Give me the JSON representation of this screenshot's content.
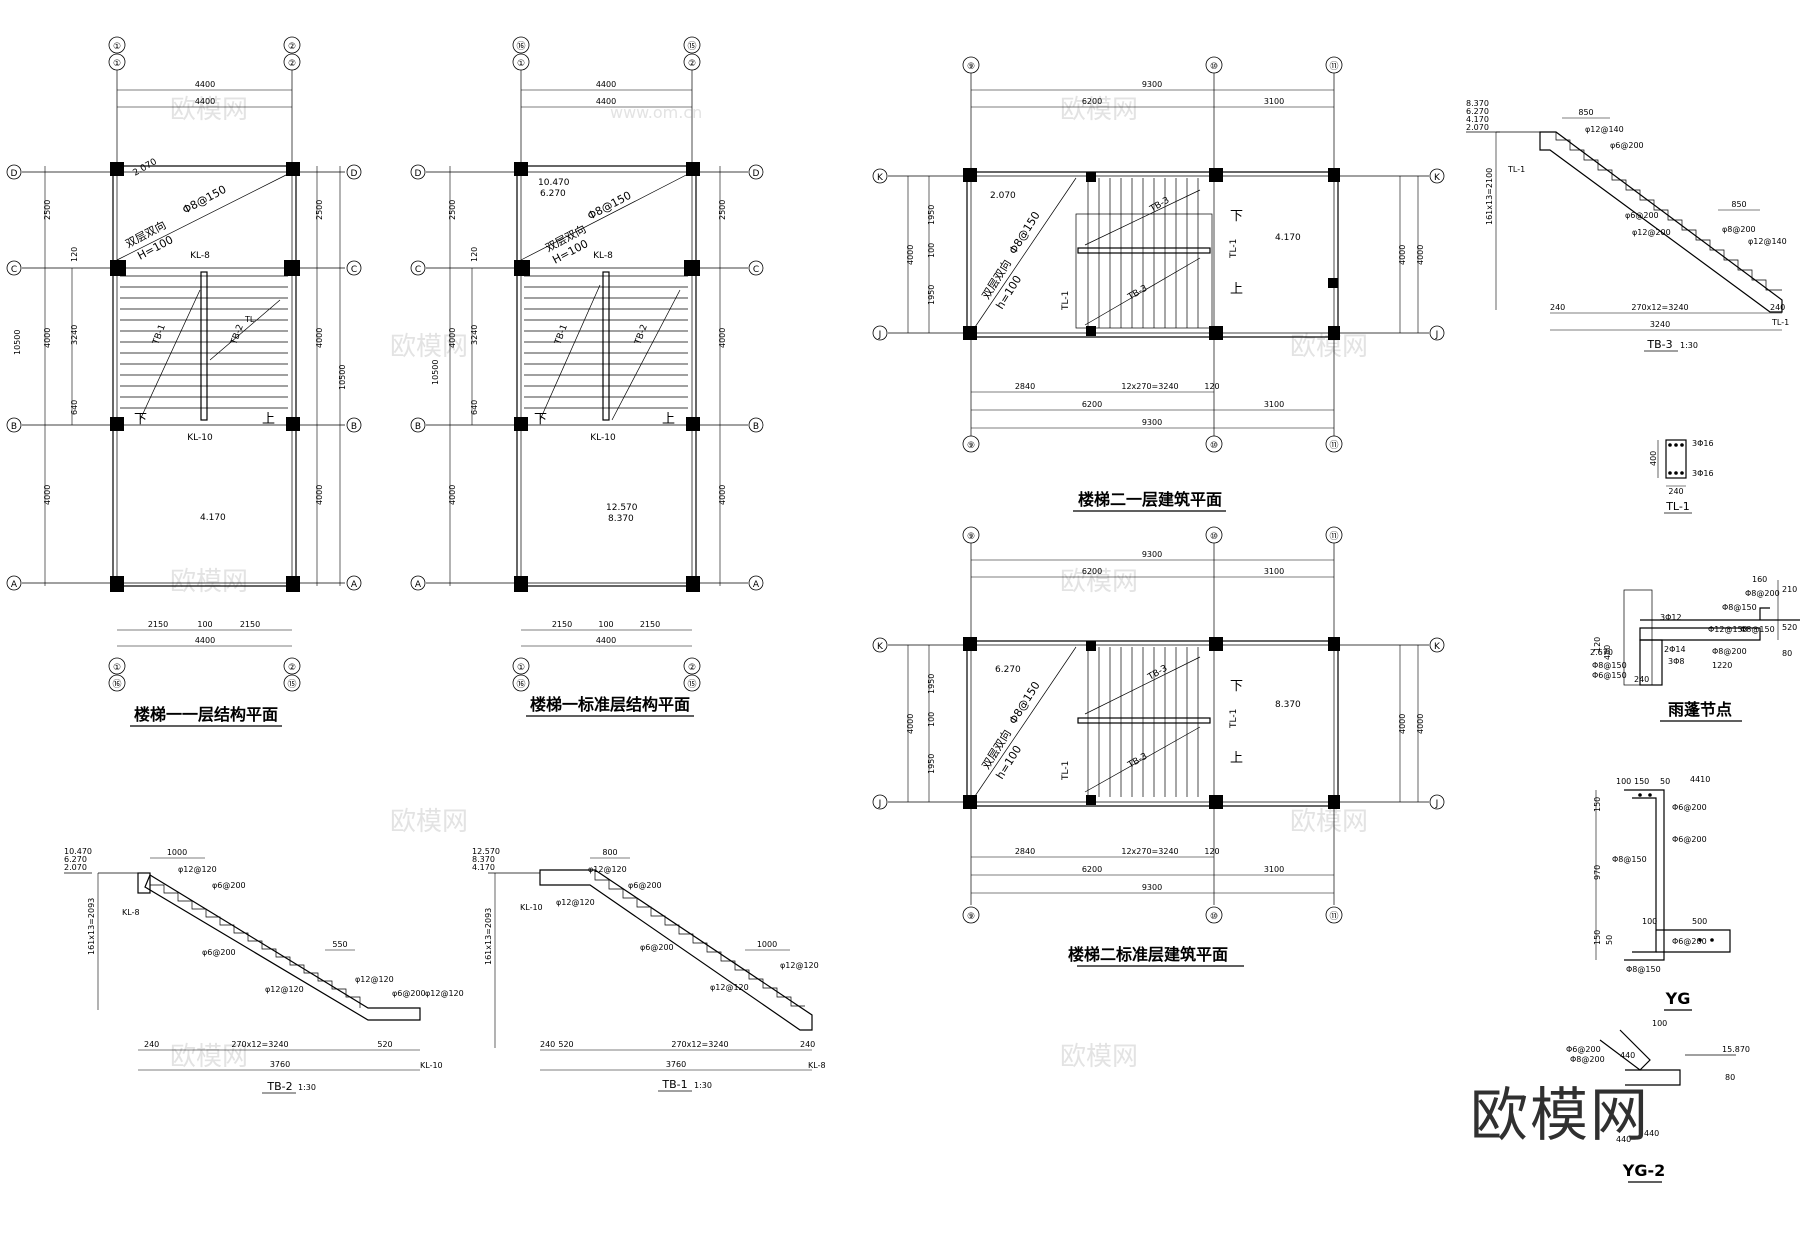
{
  "watermark": {
    "site": "www.om.cn",
    "brand": "欧模网"
  },
  "logo_text": "欧模网",
  "titles": {
    "plan1": "楼梯一一层结构平面",
    "plan2": "楼梯一标准层结构平面",
    "plan3": "楼梯二一层建筑平面",
    "plan4": "楼梯二标准层建筑平面",
    "tb2": "TB-2",
    "tb1": "TB-1",
    "tb3": "TB-3",
    "tl1": "TL-1",
    "canopy": "雨蓬节点",
    "yg": "YG",
    "yg2": "YG-2",
    "scale": "1:30"
  },
  "plan1": {
    "axis_top": [
      "①",
      "②"
    ],
    "axis_top_alt": [
      "①",
      "②"
    ],
    "axis_bottom": [
      "①",
      "②"
    ],
    "axis_bottom_alt": [
      "⑯",
      "⑮"
    ],
    "rows": [
      "D",
      "C",
      "B",
      "A"
    ],
    "dim_top": [
      "4400",
      "4400"
    ],
    "dim_bottom": [
      "2150",
      "100",
      "2150",
      "4400"
    ],
    "dim_left": [
      "2500",
      "4000",
      "4000",
      "10500",
      "120",
      "3240",
      "640"
    ],
    "dim_right": [
      "2500",
      "4000",
      "4000",
      "10500"
    ],
    "elev_top": [
      "2.070"
    ],
    "elev_bottom": [
      "4.170"
    ],
    "slab": [
      "双层双向",
      "Φ8@150",
      "H=100"
    ],
    "beams": [
      "KL-8",
      "KL-10",
      "TB-1",
      "TB-2",
      "TL"
    ],
    "arrows": [
      "下",
      "上"
    ]
  },
  "plan2": {
    "axis_top": [
      "⑯",
      "⑮"
    ],
    "axis_top_alt": [
      "①",
      "②"
    ],
    "axis_bottom": [
      "①",
      "②"
    ],
    "axis_bottom_alt": [
      "⑯",
      "⑮"
    ],
    "rows": [
      "D",
      "C",
      "B",
      "A"
    ],
    "dim_top": [
      "4400",
      "4400"
    ],
    "dim_bottom": [
      "2150",
      "100",
      "2150",
      "4400"
    ],
    "dim_left": [
      "2500",
      "4000",
      "4000",
      "10500",
      "120",
      "3240",
      "640"
    ],
    "dim_right": [
      "2500",
      "4000",
      "4000"
    ],
    "elev_top": [
      "10.470",
      "6.270"
    ],
    "elev_bottom": [
      "12.570",
      "8.370"
    ],
    "slab": [
      "双层双向",
      "Φ8@150",
      "H=100"
    ],
    "beams": [
      "KL-8",
      "KL-10",
      "TB-1",
      "TB-2"
    ],
    "arrows": [
      "下",
      "上"
    ]
  },
  "plan3": {
    "axis": [
      "⑨",
      "⑩",
      "⑪"
    ],
    "rows": [
      "K",
      "J"
    ],
    "dim_top": [
      "9300",
      "6200",
      "3100"
    ],
    "dim_bottom": [
      "2840",
      "12x270=3240",
      "120",
      "6200",
      "3100",
      "9300"
    ],
    "dim_side": [
      "1950",
      "100",
      "1950",
      "4000",
      "4000"
    ],
    "elev_left": "2.070",
    "elev_right": "4.170",
    "slab": [
      "双层双向",
      "Φ8@150",
      "h=100"
    ],
    "beams": [
      "TB-3",
      "TL-1",
      "TL-1",
      "TB-3"
    ],
    "arrows": [
      "下",
      "上"
    ]
  },
  "plan4": {
    "axis": [
      "⑨",
      "⑩",
      "⑪"
    ],
    "rows": [
      "K",
      "J"
    ],
    "dim_top": [
      "9300",
      "6200",
      "3100"
    ],
    "dim_bottom": [
      "2840",
      "12x270=3240",
      "120",
      "6200",
      "3100",
      "9300"
    ],
    "dim_side": [
      "1950",
      "100",
      "1950",
      "4000",
      "4000"
    ],
    "elev_left": "6.270",
    "elev_right": "8.370",
    "slab": [
      "双层双向",
      "Φ8@150",
      "h=100"
    ],
    "beams": [
      "TB-3",
      "TL-1",
      "TL-1",
      "TB-3"
    ],
    "arrows": [
      "下",
      "上"
    ]
  },
  "tb2": {
    "elev": [
      "10.470",
      "6.270",
      "2.070"
    ],
    "dims": [
      "1000",
      "550",
      "240",
      "270x12=3240",
      "520",
      "3760",
      "161x13=2093"
    ],
    "rebar": [
      "φ12@120",
      "φ6@200",
      "φ6@200",
      "φ12@120",
      "φ12@120",
      "φ6@200",
      "φ12@120"
    ],
    "beams": [
      "KL-8",
      "KL-10"
    ]
  },
  "tb1": {
    "elev": [
      "12.570",
      "8.370",
      "4.170"
    ],
    "dims": [
      "800",
      "1000",
      "240",
      "520",
      "270x12=3240",
      "3760",
      "240",
      "161x13=2093"
    ],
    "rebar": [
      "φ12@120",
      "φ6@200",
      "φ12@120",
      "φ6@200",
      "φ12@120",
      "φ12@120"
    ],
    "beams": [
      "KL-10",
      "KL-8"
    ]
  },
  "tb3": {
    "elev": [
      "8.370",
      "6.270",
      "4.170",
      "2.070"
    ],
    "dims": [
      "850",
      "850",
      "240",
      "270x12=3240",
      "3240",
      "240",
      "161x13=2100"
    ],
    "rebar": [
      "φ12@140",
      "φ6@200",
      "φ6@200",
      "φ12@200",
      "φ8@200",
      "φ12@140"
    ],
    "beams": [
      "TL-1",
      "TL-1"
    ]
  },
  "tl1": {
    "dims": [
      "400",
      "240"
    ],
    "rebar": [
      "3Φ16",
      "3Φ16"
    ]
  },
  "canopy": {
    "dims": [
      "160",
      "210",
      "520",
      "1220",
      "240",
      "120",
      "480",
      "80"
    ],
    "elev": "2.670",
    "rebar": [
      "Φ8@200",
      "Φ8@150",
      "Φ12@150",
      "Φ8@150",
      "3Φ12",
      "2Φ14",
      "Φ8@200",
      "3Φ8",
      "Φ6@150",
      "Φ8@150"
    ]
  },
  "yg": {
    "dims": [
      "100",
      "150",
      "50",
      "4410",
      "150",
      "970",
      "100",
      "500",
      "150",
      "50"
    ],
    "rebar": [
      "Φ6@200",
      "Φ6@200",
      "Φ8@150",
      "Φ6@200",
      "Φ8@150"
    ]
  },
  "yg2": {
    "dims": [
      "440",
      "80",
      "100",
      "440",
      "440"
    ],
    "elev": "15.870",
    "rebar": [
      "Φ6@200",
      "Φ8@200"
    ]
  }
}
